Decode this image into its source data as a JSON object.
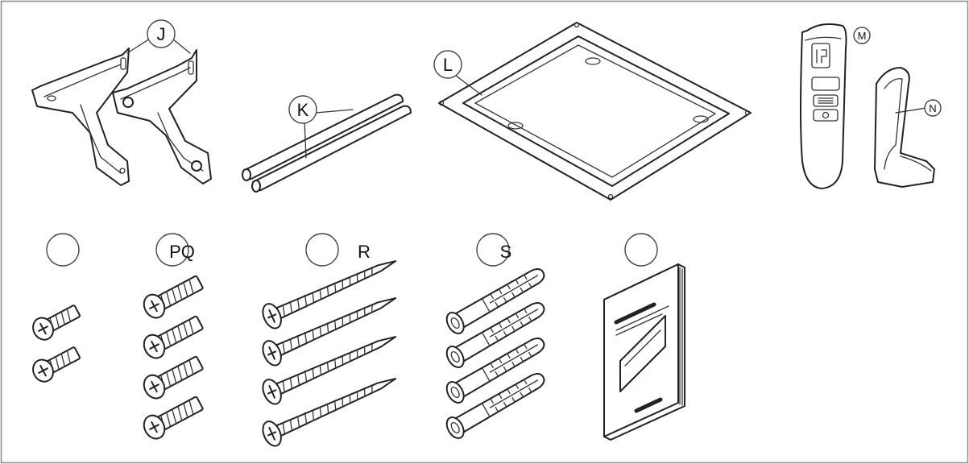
{
  "labels": {
    "J": "J",
    "K": "K",
    "L": "L",
    "M": "M",
    "N": "N",
    "PQ": "PQ",
    "R": "R",
    "S": "S"
  },
  "colors": {
    "line": "#222222",
    "frame": "#888888",
    "background": "#ffffff"
  }
}
